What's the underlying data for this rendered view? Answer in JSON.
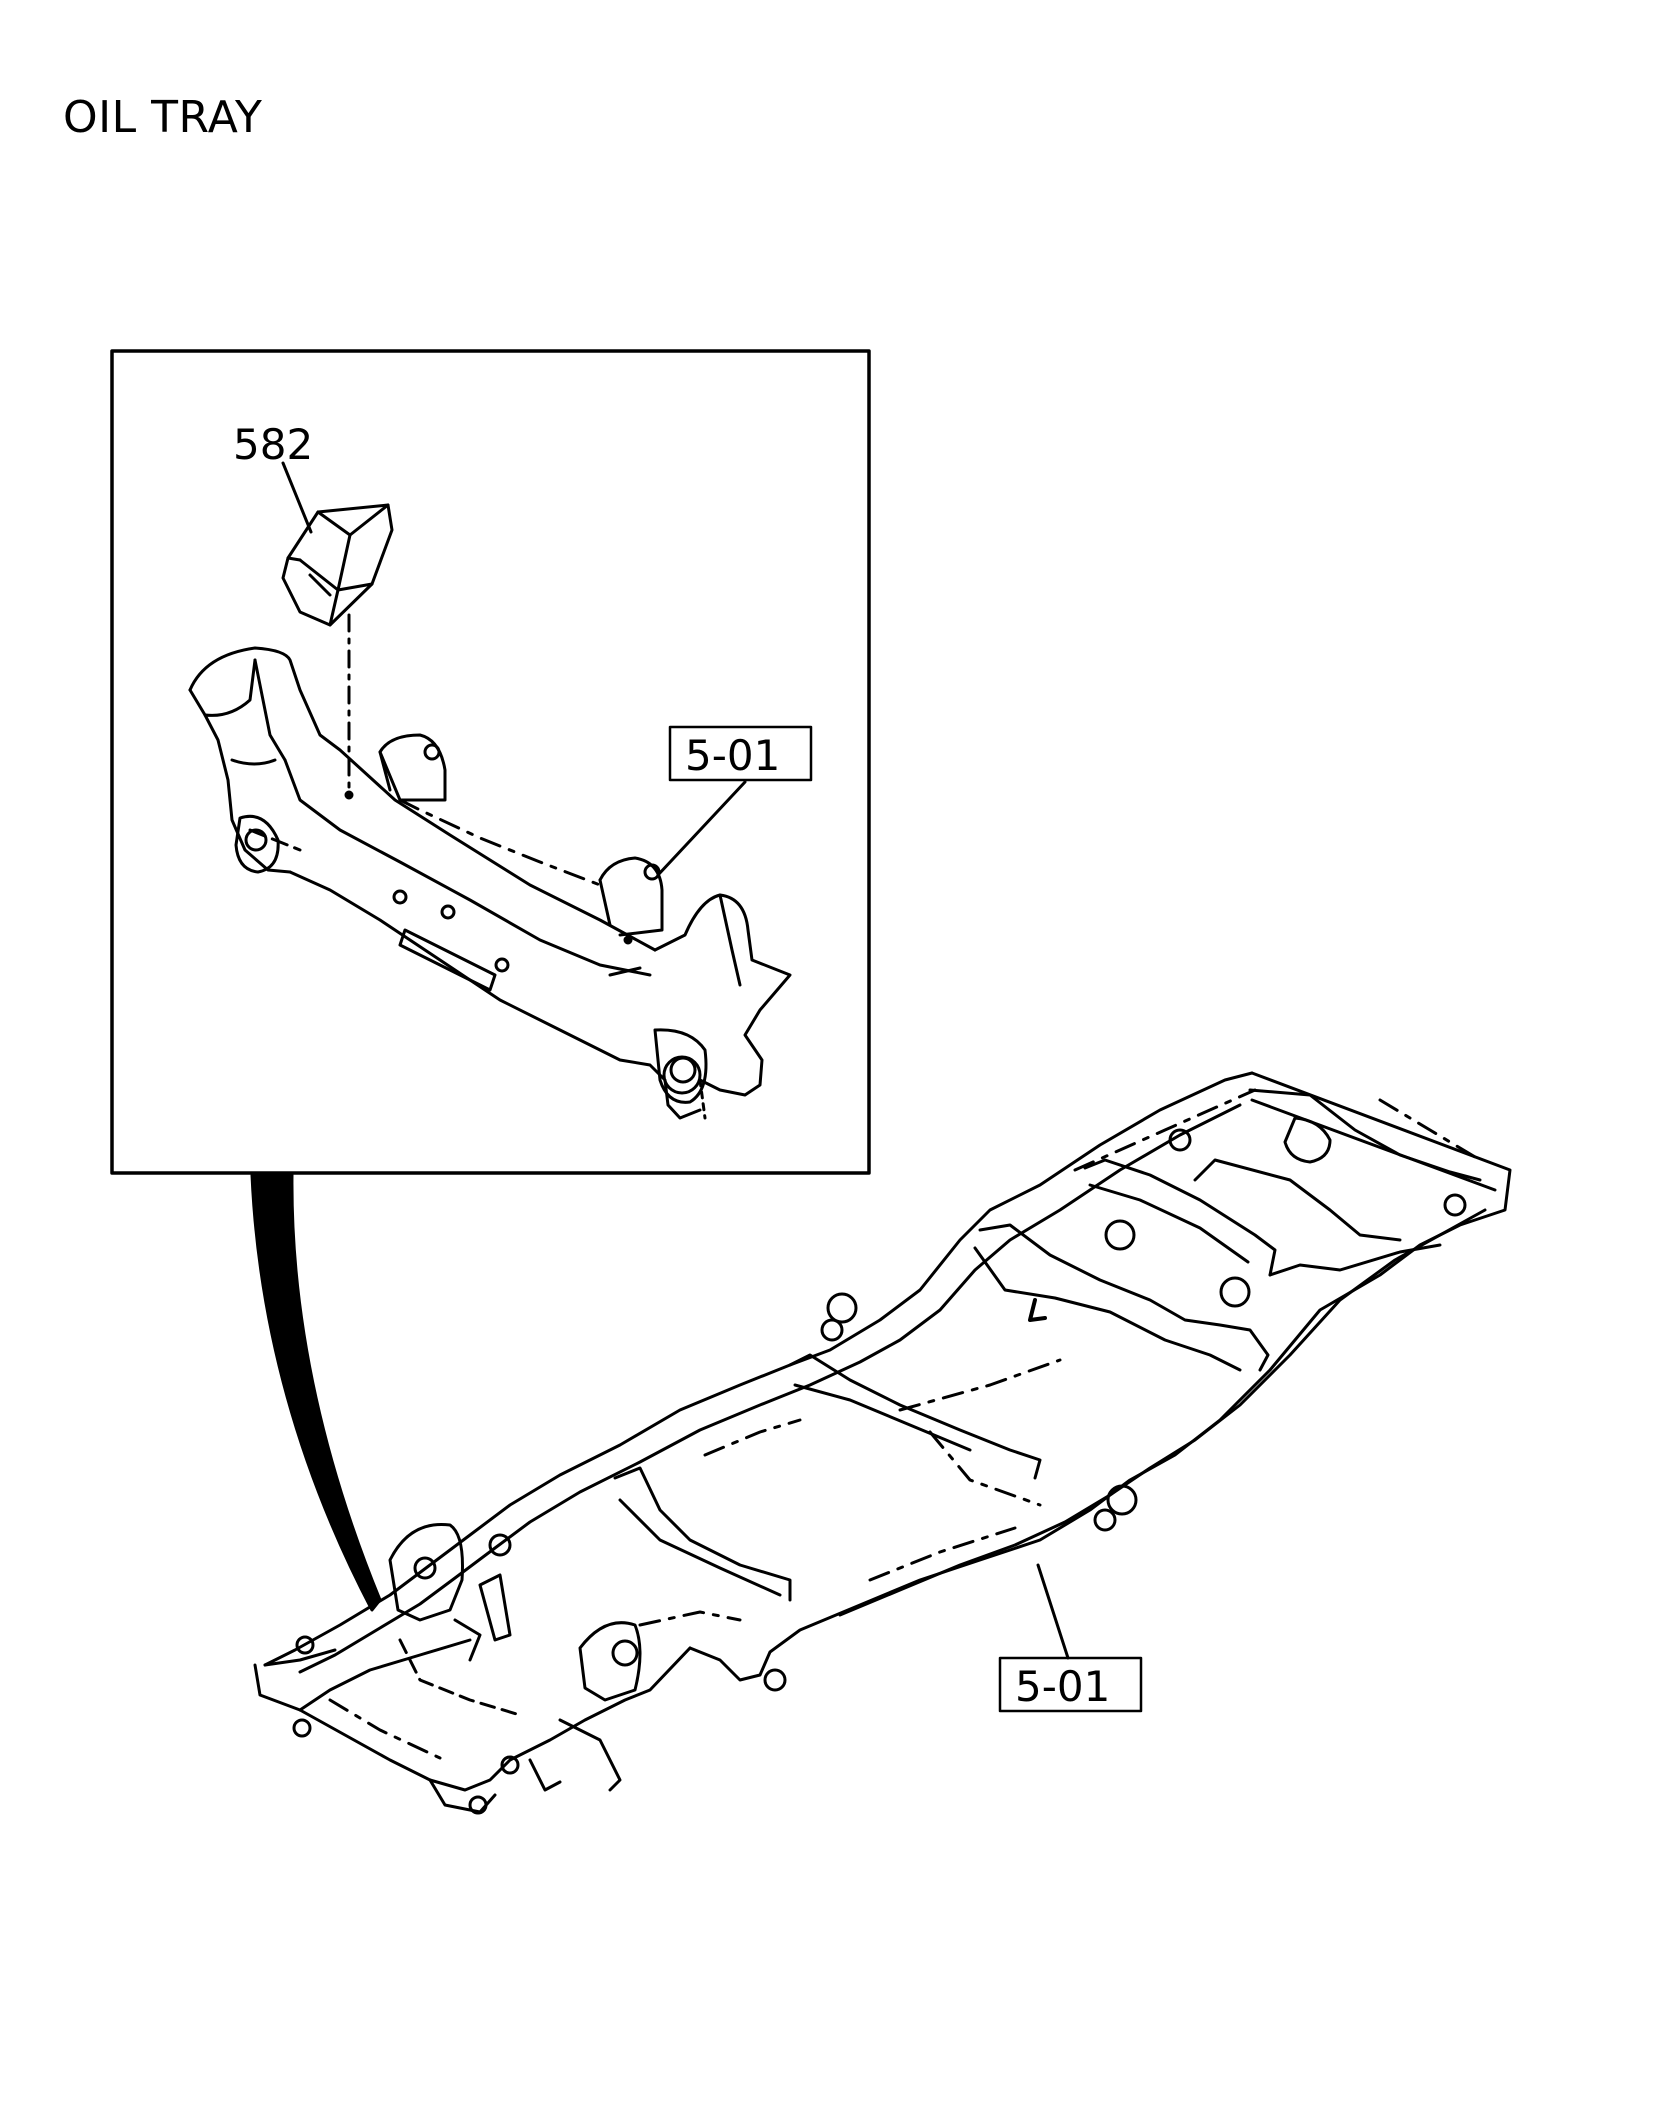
{
  "title": "OIL TRAY",
  "callouts": {
    "part_oil_tray": "582",
    "ref_inset": "5-01",
    "ref_frame": "5-01"
  }
}
